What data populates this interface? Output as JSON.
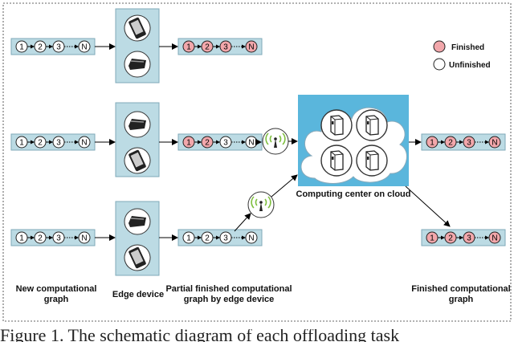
{
  "legend": {
    "finished": "Finished",
    "unfinished": "Unfinished"
  },
  "colors": {
    "panel": "#bcdbe4",
    "panel_border": "#7fa9b8",
    "cloud_bg": "#5ab6dc",
    "finished_node": "#f2a7ab",
    "unfinished_node": "#ffffff",
    "antenna": "#7fbf3f"
  },
  "node_labels": [
    "1",
    "2",
    "3",
    "N"
  ],
  "chains": [
    {
      "id": "new-1",
      "states": [
        "unfinished",
        "unfinished",
        "unfinished",
        "unfinished"
      ]
    },
    {
      "id": "new-2",
      "states": [
        "unfinished",
        "unfinished",
        "unfinished",
        "unfinished"
      ]
    },
    {
      "id": "new-3",
      "states": [
        "unfinished",
        "unfinished",
        "unfinished",
        "unfinished"
      ]
    },
    {
      "id": "partial-1",
      "states": [
        "finished",
        "finished",
        "finished",
        "finished"
      ]
    },
    {
      "id": "partial-2",
      "states": [
        "finished",
        "finished",
        "unfinished",
        "unfinished"
      ]
    },
    {
      "id": "partial-3",
      "states": [
        "unfinished",
        "unfinished",
        "unfinished",
        "unfinished"
      ]
    },
    {
      "id": "finished-1",
      "states": [
        "finished",
        "finished",
        "finished",
        "finished"
      ]
    },
    {
      "id": "finished-2",
      "states": [
        "finished",
        "finished",
        "finished",
        "finished"
      ]
    }
  ],
  "labels": {
    "col1_line1": "New computational",
    "col1_line2": "graph",
    "col2": "Edge device",
    "col3_line1": "Partial finished computational",
    "col3_line2": "graph by  edge device",
    "col4_line1": "Finished computational",
    "col4_line2": "graph",
    "cloud": "Computing center on cloud"
  },
  "caption": "Figure 1. The schematic diagram of each offloading task"
}
